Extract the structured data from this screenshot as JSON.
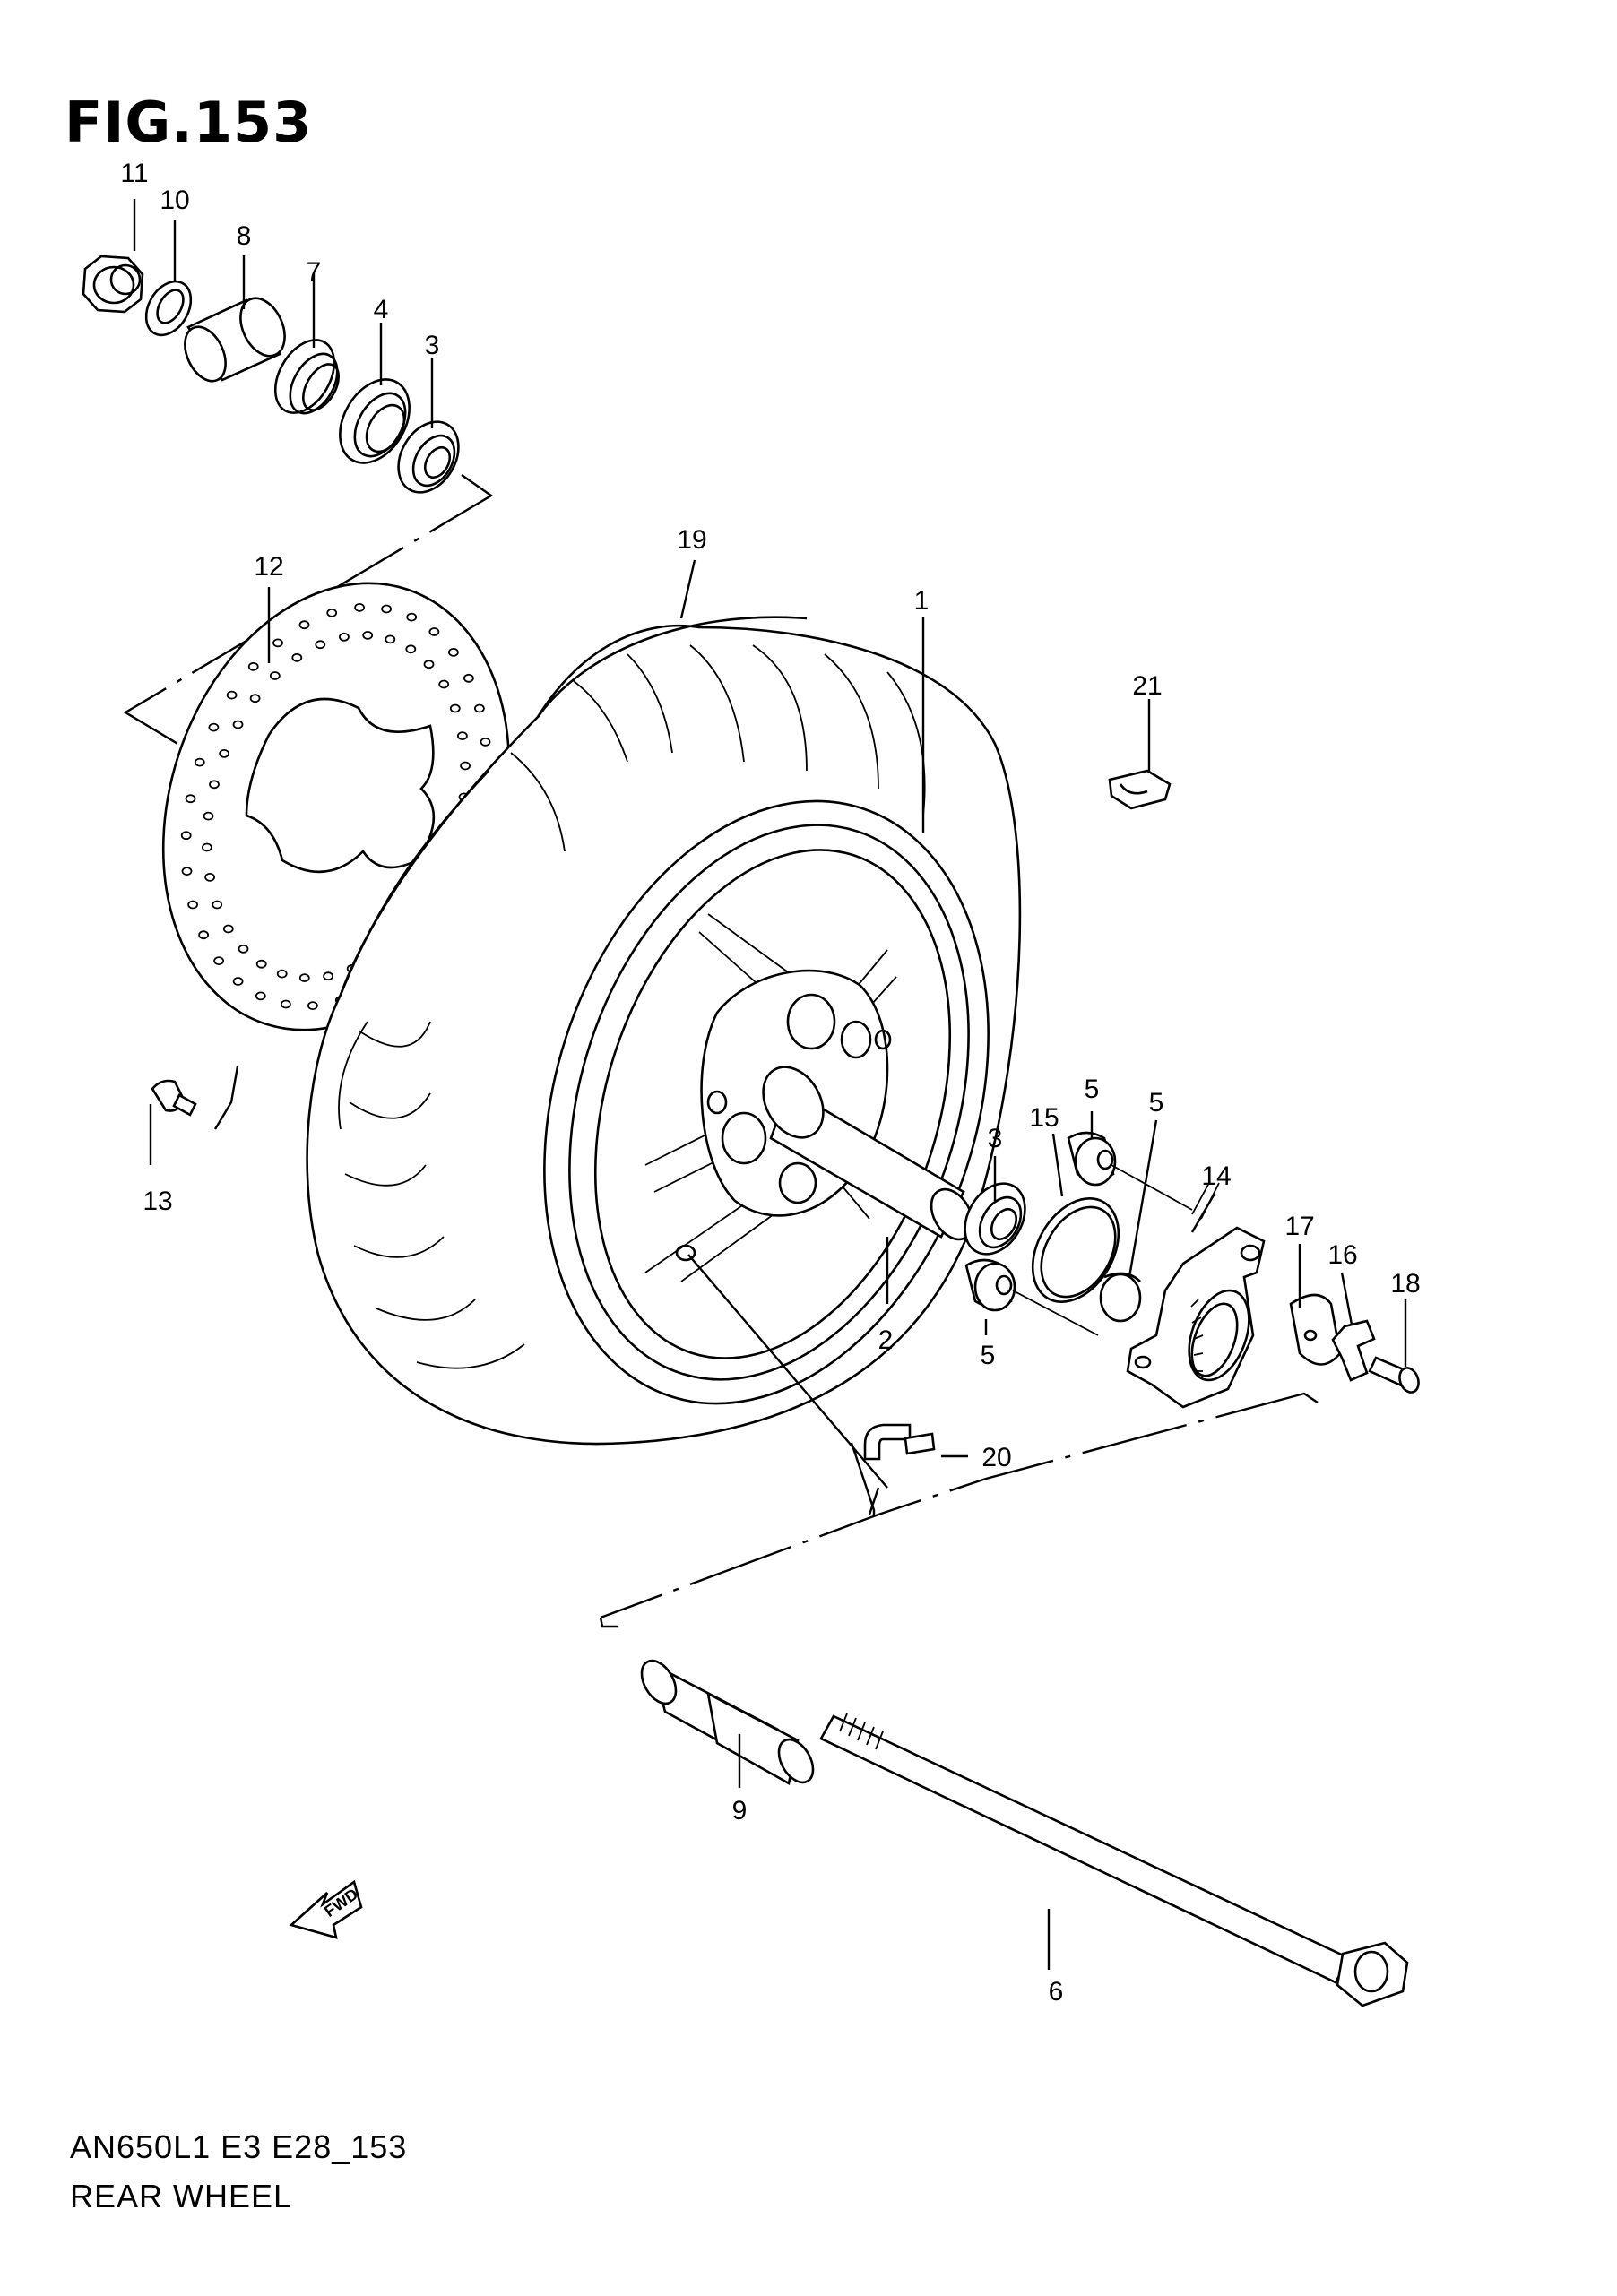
{
  "figure": {
    "title": "FIG.153"
  },
  "footer": {
    "model_code": "AN650L1 E3 E28_153",
    "section_name": "REAR WHEEL"
  },
  "fwd_arrow": {
    "label": "FWD"
  },
  "callouts": {
    "c1": "1",
    "c2": "2",
    "c3a": "3",
    "c3b": "3",
    "c4": "4",
    "c5a": "5",
    "c5b": "5",
    "c5c": "5",
    "c6": "6",
    "c7": "7",
    "c8": "8",
    "c9": "9",
    "c10": "10",
    "c11": "11",
    "c12": "12",
    "c13": "13",
    "c14": "14",
    "c15": "15",
    "c16": "16",
    "c17": "17",
    "c18": "18",
    "c19": "19",
    "c20": "20",
    "c21": "21"
  }
}
